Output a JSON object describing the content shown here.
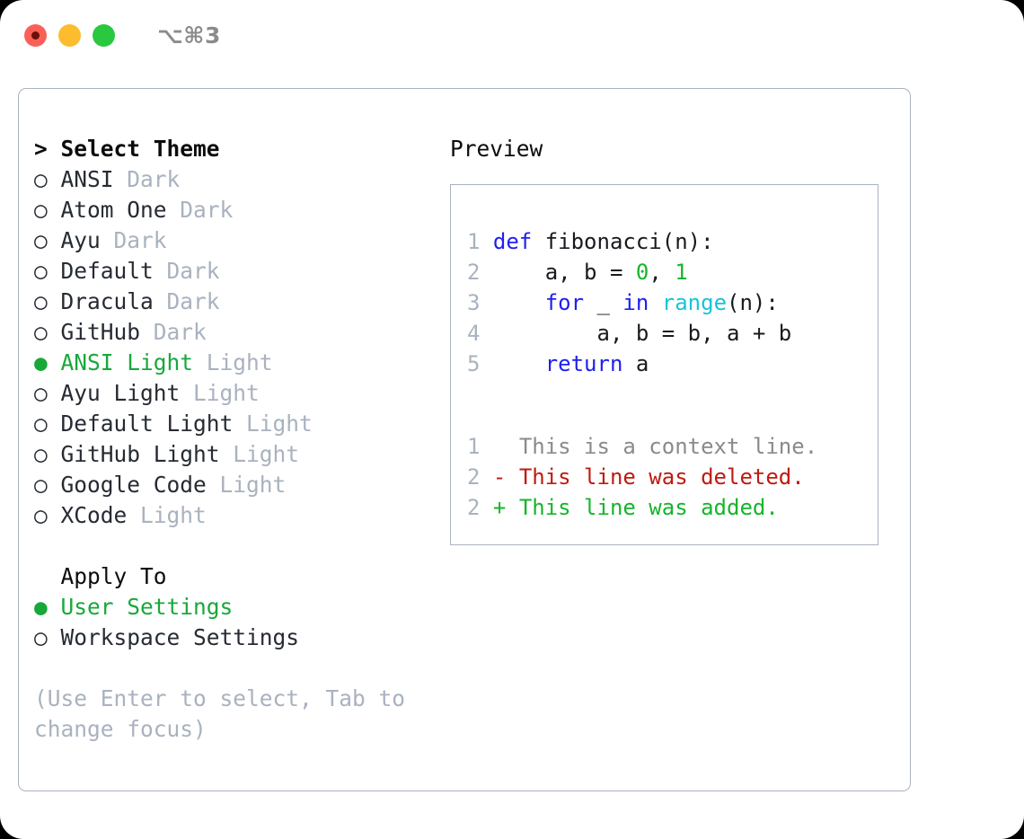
{
  "titlebar": {
    "shortcut": "⌥⌘3",
    "lights": [
      {
        "name": "close",
        "color": "#fb6058"
      },
      {
        "name": "minimize",
        "color": "#fdbc2d"
      },
      {
        "name": "maximize",
        "color": "#29c83f"
      }
    ]
  },
  "theme_picker": {
    "prompt_prefix": "> ",
    "heading": "Select Theme",
    "bullet_selected": "●",
    "bullet_unselected": "○",
    "items": [
      {
        "bullet": "○ ",
        "name": "ANSI",
        "kind": " Dark",
        "selected": false
      },
      {
        "bullet": "○ ",
        "name": "Atom One",
        "kind": " Dark",
        "selected": false
      },
      {
        "bullet": "○ ",
        "name": "Ayu",
        "kind": " Dark",
        "selected": false
      },
      {
        "bullet": "○ ",
        "name": "Default",
        "kind": " Dark",
        "selected": false
      },
      {
        "bullet": "○ ",
        "name": "Dracula",
        "kind": " Dark",
        "selected": false
      },
      {
        "bullet": "○ ",
        "name": "GitHub",
        "kind": " Dark",
        "selected": false
      },
      {
        "bullet": "● ",
        "name": "ANSI Light",
        "kind": " Light",
        "selected": true
      },
      {
        "bullet": "○ ",
        "name": "Ayu Light",
        "kind": " Light",
        "selected": false
      },
      {
        "bullet": "○ ",
        "name": "Default Light",
        "kind": " Light",
        "selected": false
      },
      {
        "bullet": "○ ",
        "name": "GitHub Light",
        "kind": " Light",
        "selected": false
      },
      {
        "bullet": "○ ",
        "name": "Google Code",
        "kind": " Light",
        "selected": false
      },
      {
        "bullet": "○ ",
        "name": "XCode",
        "kind": " Light",
        "selected": false
      }
    ]
  },
  "apply_to": {
    "heading": "  Apply To",
    "options": [
      {
        "bullet": "● ",
        "label": "User Settings",
        "selected": true
      },
      {
        "bullet": "○ ",
        "label": "Workspace Settings",
        "selected": false
      }
    ]
  },
  "hint": "(Use Enter to select, Tab to change focus)",
  "preview": {
    "title": "Preview",
    "code": [
      {
        "ln": "1 ",
        "parts": [
          {
            "t": "def ",
            "c": "kw"
          },
          {
            "t": "fibonacci(n):",
            "c": "txt"
          }
        ]
      },
      {
        "ln": "2 ",
        "parts": [
          {
            "t": "    a, b = ",
            "c": "txt"
          },
          {
            "t": "0",
            "c": "num"
          },
          {
            "t": ", ",
            "c": "txt"
          },
          {
            "t": "1",
            "c": "num"
          }
        ]
      },
      {
        "ln": "3 ",
        "parts": [
          {
            "t": "    ",
            "c": "txt"
          },
          {
            "t": "for",
            "c": "kw"
          },
          {
            "t": " _ ",
            "c": "txt"
          },
          {
            "t": "in",
            "c": "kw"
          },
          {
            "t": " ",
            "c": "txt"
          },
          {
            "t": "range",
            "c": "fn"
          },
          {
            "t": "(n):",
            "c": "txt"
          }
        ]
      },
      {
        "ln": "4 ",
        "parts": [
          {
            "t": "        a, b = b, a + b",
            "c": "txt"
          }
        ]
      },
      {
        "ln": "5 ",
        "parts": [
          {
            "t": "    ",
            "c": "txt"
          },
          {
            "t": "return",
            "c": "kw"
          },
          {
            "t": " a",
            "c": "txt"
          }
        ]
      }
    ],
    "diff": [
      {
        "ln": "1 ",
        "marker": "  ",
        "text": "This is a context line.",
        "type": "ctx"
      },
      {
        "ln": "2 ",
        "marker": "- ",
        "text": "This line was deleted.",
        "type": "del"
      },
      {
        "ln": "2 ",
        "marker": "+ ",
        "text": "This line was added.",
        "type": "add"
      }
    ]
  }
}
